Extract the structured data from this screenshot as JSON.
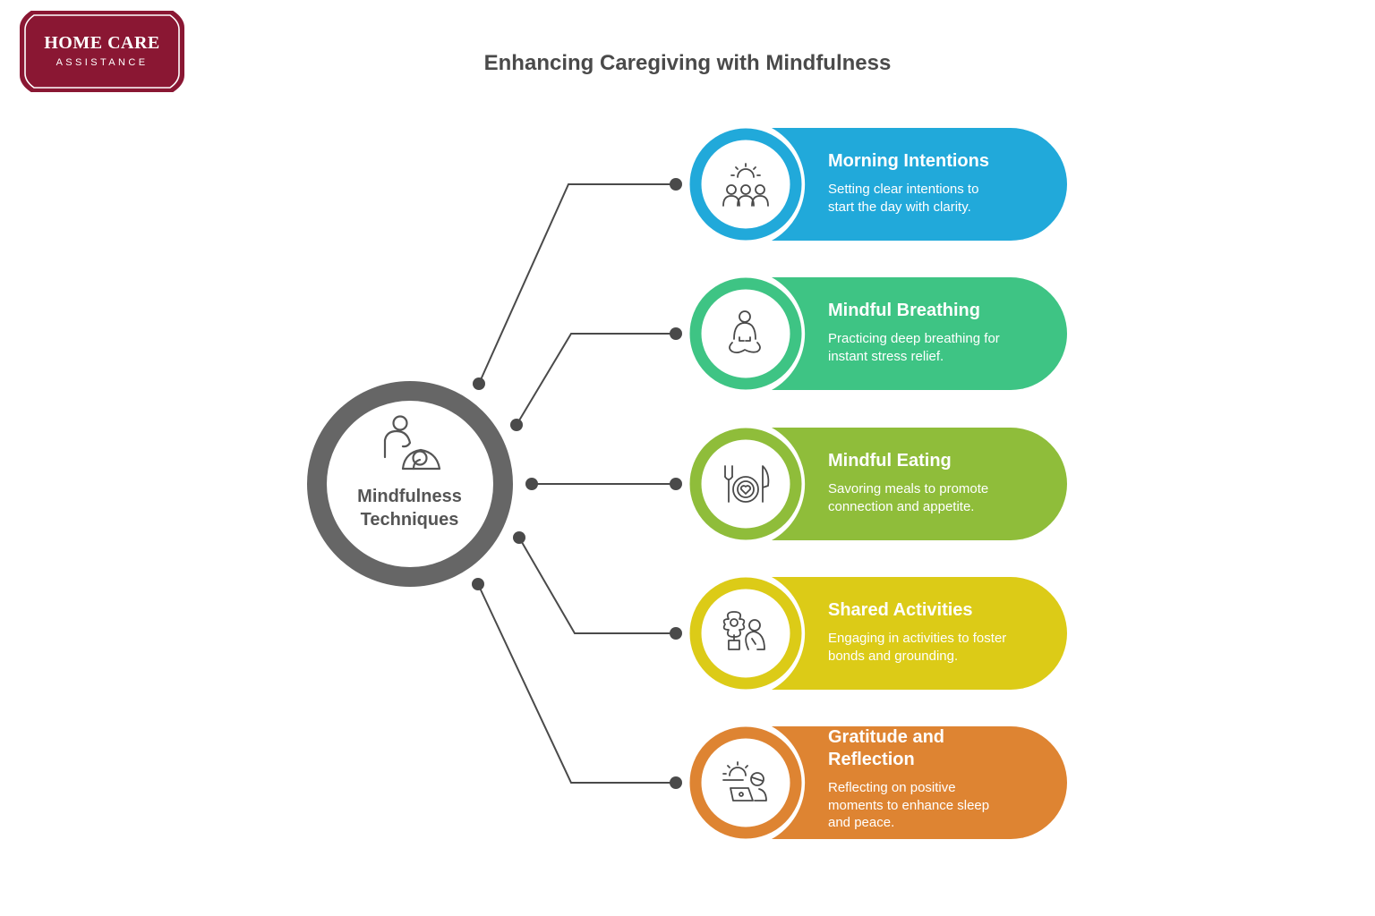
{
  "logo": {
    "main": "HOME CARE",
    "sub": "ASSISTANCE",
    "color": "#8a1733"
  },
  "title": "Enhancing Caregiving with Mindfulness",
  "hub": {
    "line1": "Mindfulness",
    "line2": "Techniques",
    "icon": "caregiver-icon",
    "color": "#666666"
  },
  "items": [
    {
      "title": "Morning Intentions",
      "description": "Setting clear intentions to start the day with clarity.",
      "icon": "sunrise-group-icon",
      "color": "#21a9da"
    },
    {
      "title": "Mindful Breathing",
      "description": "Practicing deep breathing for instant stress relief.",
      "icon": "meditation-icon",
      "color": "#3ec484"
    },
    {
      "title": "Mindful Eating",
      "description": "Savoring meals to promote connection and appetite.",
      "icon": "plate-heart-icon",
      "color": "#8fbd3a"
    },
    {
      "title": "Shared Activities",
      "description": "Engaging in activities to foster bonds and grounding.",
      "icon": "flower-person-icon",
      "color": "#dccb17"
    },
    {
      "title": "Gratitude and Reflection",
      "description": "Reflecting on positive moments to enhance sleep and peace.",
      "icon": "sunset-reflection-icon",
      "color": "#de8432"
    }
  ]
}
